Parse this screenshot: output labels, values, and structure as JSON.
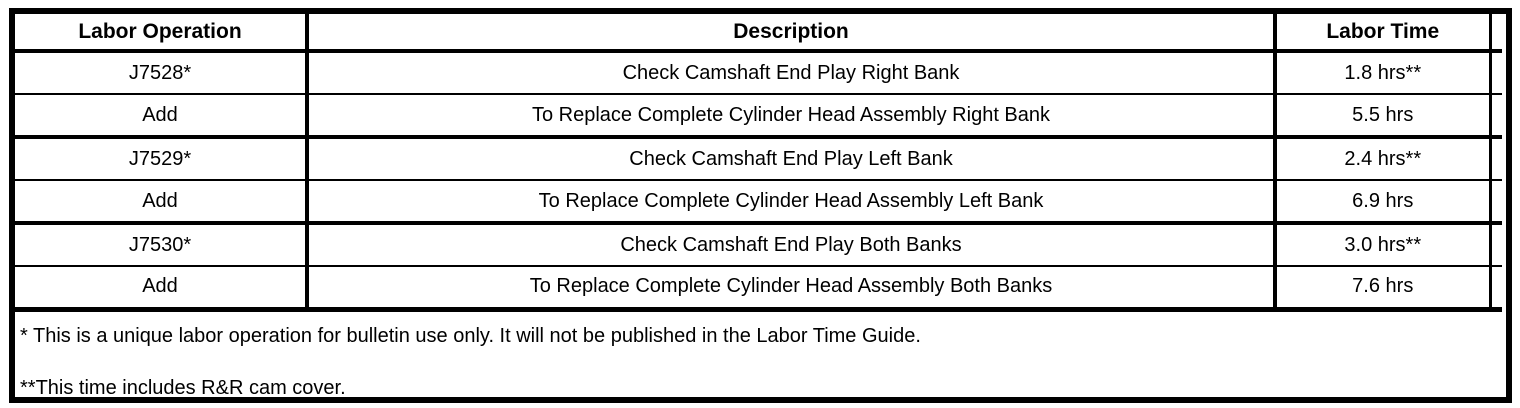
{
  "colors": {
    "border": "#000000",
    "background": "#ffffff",
    "text": "#000000"
  },
  "table": {
    "headers": {
      "operation": "Labor Operation",
      "description": "Description",
      "time": "Labor Time"
    },
    "rows": [
      {
        "operation": "J7528*",
        "description": "Check Camshaft End Play Right Bank",
        "time": "1.8 hrs**"
      },
      {
        "operation": "Add",
        "description": "To Replace Complete Cylinder Head Assembly Right Bank",
        "time": "5.5 hrs"
      },
      {
        "operation": "J7529*",
        "description": "Check Camshaft End Play Left Bank",
        "time": "2.4 hrs**"
      },
      {
        "operation": "Add",
        "description": "To Replace Complete Cylinder Head Assembly Left Bank",
        "time": "6.9 hrs"
      },
      {
        "operation": "J7530*",
        "description": "Check Camshaft End Play Both Banks",
        "time": "3.0 hrs**"
      },
      {
        "operation": "Add",
        "description": "To Replace Complete Cylinder Head Assembly Both Banks",
        "time": "7.6 hrs"
      }
    ]
  },
  "footnotes": {
    "unique_operation": "* This is a unique labor operation for bulletin use only. It will not be published in the Labor Time Guide.",
    "rr_cam_cover": "**This time includes R&R cam cover."
  }
}
